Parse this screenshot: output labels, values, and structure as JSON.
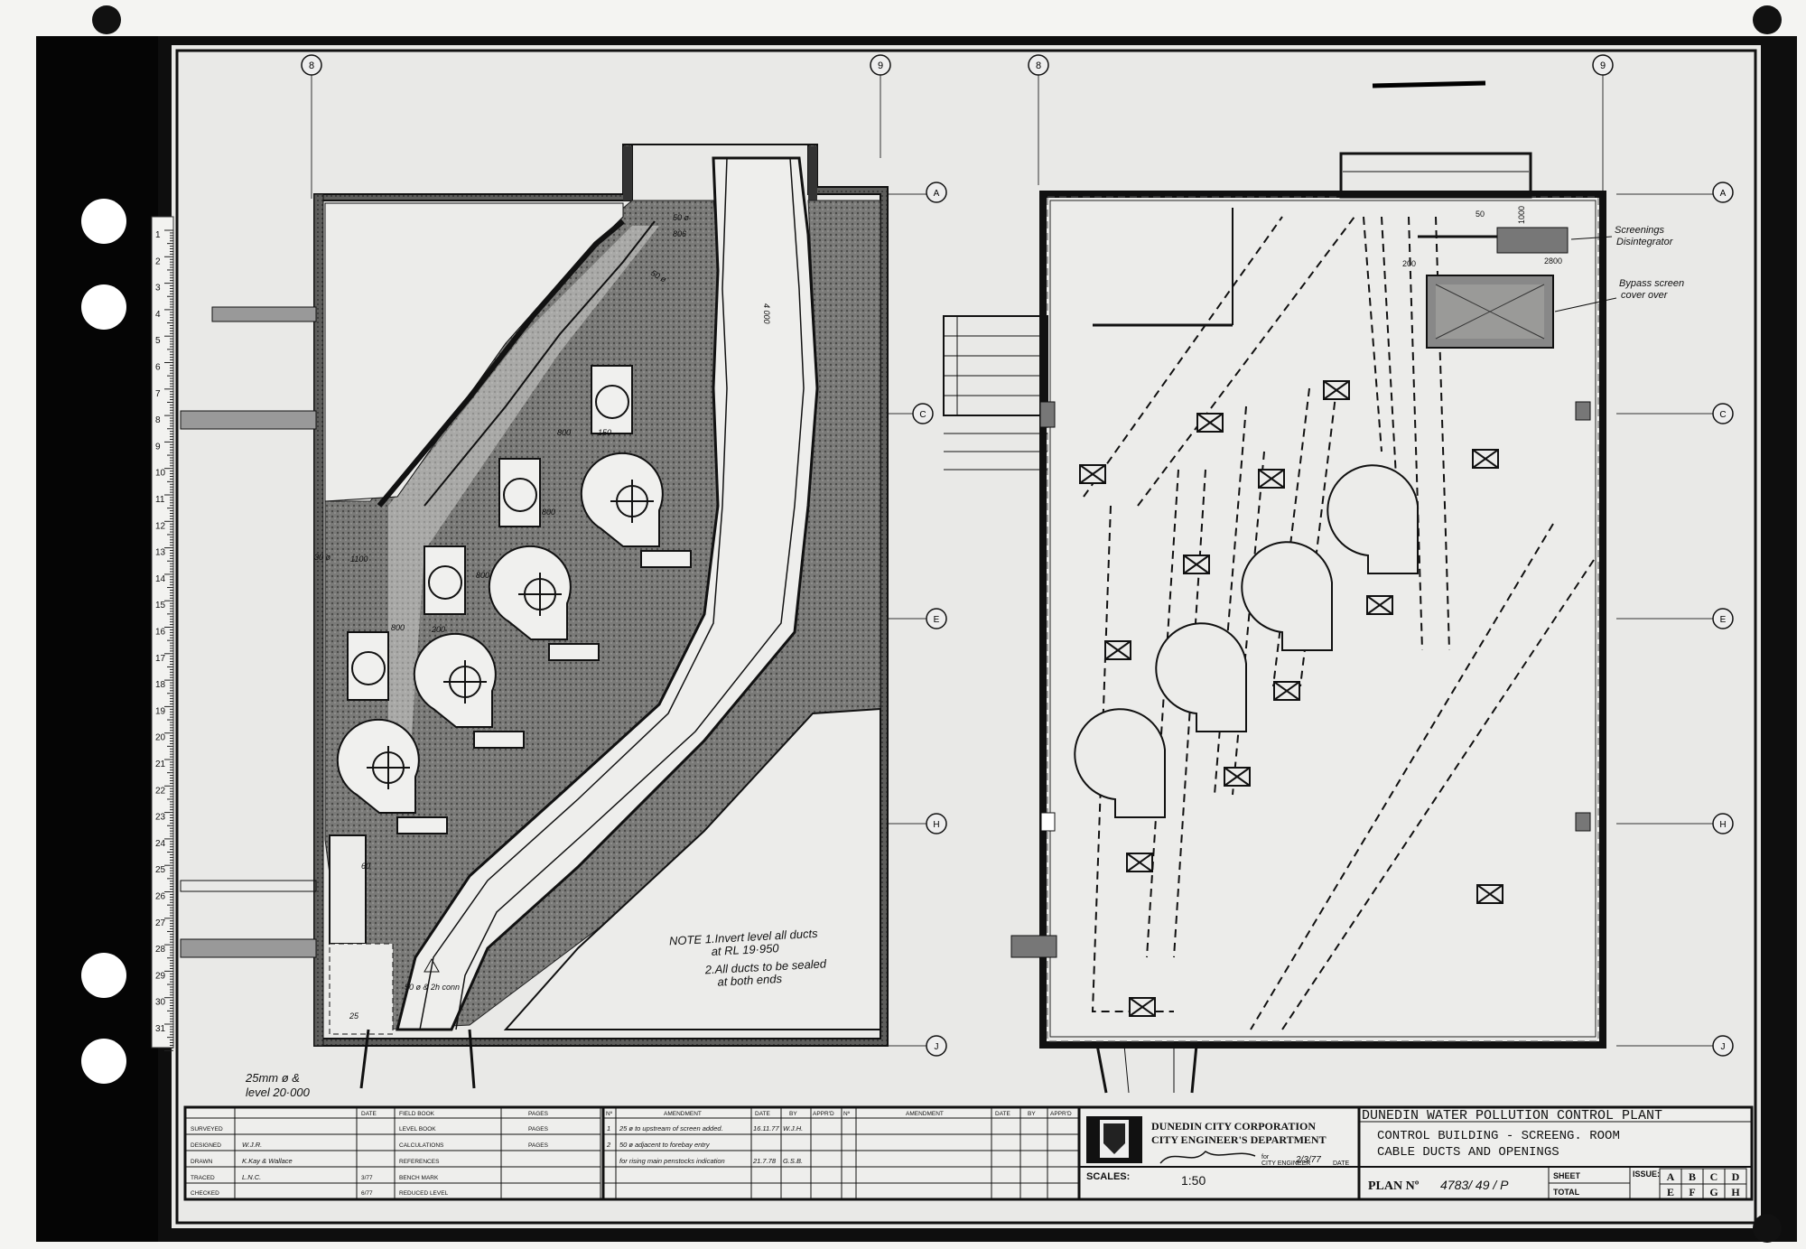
{
  "grid_markers": {
    "top_left": [
      "8",
      "9"
    ],
    "top_right": [
      "8",
      "9"
    ],
    "left_rows": [
      "A",
      "C",
      "E",
      "H",
      "J"
    ],
    "right_rows": [
      "A",
      "C",
      "E",
      "H",
      "J"
    ]
  },
  "ruler_numbers": [
    "1",
    "2",
    "3",
    "4",
    "5",
    "6",
    "7",
    "8",
    "9",
    "10",
    "11",
    "12",
    "13",
    "14",
    "15",
    "16",
    "17",
    "18",
    "19",
    "20",
    "21",
    "22",
    "23",
    "24",
    "25",
    "26",
    "27",
    "28",
    "29",
    "30",
    "31"
  ],
  "dims_left": {
    "d50_806_top": "50 ø",
    "d806": "806",
    "d50_diag": "50 ø",
    "d4000": "4 000",
    "d800a": "800",
    "d150": "150",
    "d30a": "30 ø",
    "d1100": "1100",
    "d800b": "800",
    "d800c": "800",
    "d200": "200",
    "d800d": "800",
    "d25": "25",
    "d60": "60",
    "d50_2": "50 ø & 2h conn",
    "d25mm": "25mm ø &",
    "level": "level 20·000"
  },
  "notes": {
    "line1": "NOTE 1.Invert level all ducts",
    "line2": "at RL 19·950",
    "line3": "2.All ducts to be sealed",
    "line4": "at both ends"
  },
  "labels_right": {
    "screenings1": "Screenings",
    "screenings2": "Disintegrator",
    "bypass1": "Bypass screen",
    "bypass2": "cover over",
    "d50": "50",
    "d1000": "1000",
    "d2800": "2800",
    "d200": "200"
  },
  "titleblock": {
    "left_rows": [
      "SURVEYED",
      "DESIGNED",
      "DRAWN",
      "TRACED",
      "CHECKED"
    ],
    "left_vals": [
      "",
      "W.J.R.",
      "K.Kay & Wallace",
      "L.N.C.",
      ""
    ],
    "dates": [
      "",
      "",
      "",
      "3/77",
      "6/77"
    ],
    "hdr_date": "DATE",
    "hdr_field": "FIELD BOOK",
    "hdr_pages": "PAGES",
    "books": [
      "LEVEL BOOK",
      "CALCULATIONS",
      "REFERENCES",
      "BENCH MARK",
      "REDUCED LEVEL"
    ],
    "pages2": [
      "PAGES",
      "PAGES"
    ],
    "amend_hdr": [
      "Nº",
      "AMENDMENT",
      "DATE",
      "BY",
      "APPR'D"
    ],
    "amend_rows": [
      {
        "no": "1",
        "text": "25 ø to upstream of screen added.",
        "date": "16.11.77",
        "by": "W.J.H."
      },
      {
        "no": "2",
        "text": "50 ø adjacent to forebay entry",
        "date": "",
        "by": ""
      },
      {
        "no": "",
        "text": "for rising main penstocks indication",
        "date": "21.7.78",
        "by": "G.S.B."
      }
    ],
    "amend_hdr2": [
      "Nº",
      "AMENDMENT",
      "DATE",
      "BY",
      "APPR'D"
    ],
    "corp1": "DUNEDIN CITY CORPORATION",
    "corp2": "CITY ENGINEER'S DEPARTMENT",
    "for": "for",
    "city_engineer": "CITY ENGINEER",
    "sig_date": "2/3/77",
    "date_lbl": "DATE",
    "scales_lbl": "SCALES:",
    "scale": "1:50",
    "project": "DUNEDIN WATER POLLUTION CONTROL PLANT",
    "title1": "CONTROL BUILDING - SCREENG. ROOM",
    "title2": "CABLE DUCTS AND OPENINGS",
    "plan_lbl": "PLAN Nº",
    "plan_no": "4783/ 49 / P",
    "sheet_lbl": "SHEET",
    "total_lbl": "TOTAL",
    "issue_lbl": "ISSUE:",
    "issues": [
      "A",
      "B",
      "C",
      "D",
      "E",
      "F",
      "G",
      "H"
    ]
  }
}
